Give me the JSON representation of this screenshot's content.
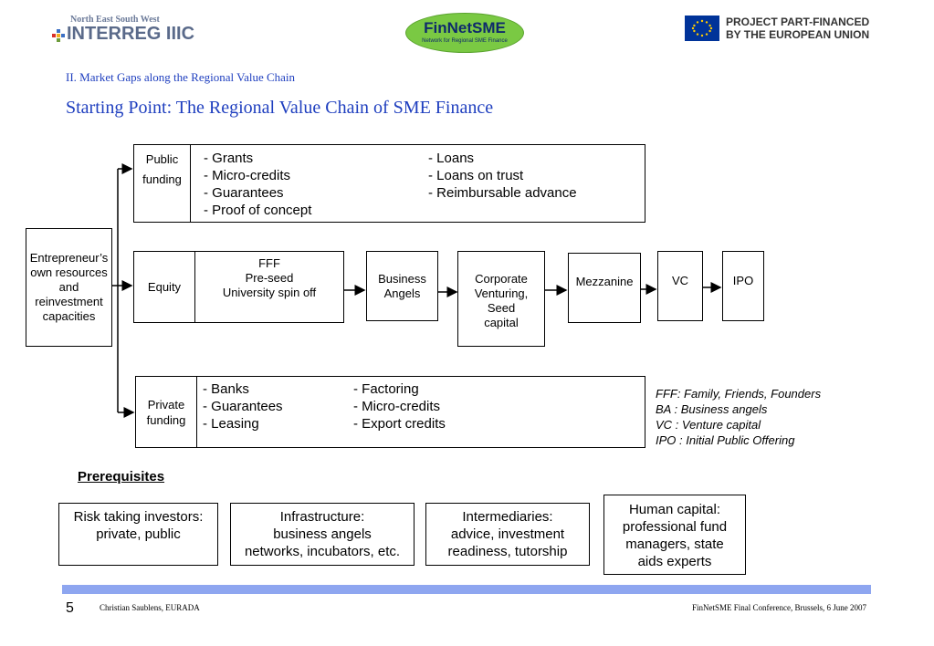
{
  "header": {
    "interreg_small": "North East South West",
    "interreg_big": "INTERREG IIIC",
    "finnet_logo": "FinNetSME",
    "finnet_sub": "Network for Regional SME Finance",
    "eu_line1": "PROJECT PART-FINANCED",
    "eu_line2": "BY THE EUROPEAN UNION"
  },
  "subtitle": "II. Market Gaps along the Regional Value Chain",
  "title": "Starting Point: The Regional Value Chain of SME Finance",
  "entrepreneur": "Entrepreneur’s own resources and reinvestment capacities",
  "public": {
    "label_line1": "Public",
    "label_line2": "funding",
    "col1": [
      "-  Grants",
      "-  Micro-credits",
      "-  Guarantees",
      "-  Proof of concept"
    ],
    "col2": [
      "- Loans",
      "- Loans on trust",
      "- Reimbursable advance"
    ]
  },
  "equity": {
    "label": "Equity",
    "fff": [
      "FFF",
      "Pre-seed",
      "University spin off"
    ],
    "business_angels": [
      "Business",
      "Angels"
    ],
    "corporate": [
      "Corporate",
      "Venturing,",
      "Seed",
      "capital"
    ],
    "mezzanine": "Mezzanine",
    "vc": "VC",
    "ipo": "IPO"
  },
  "private": {
    "label_line1": "Private",
    "label_line2": "funding",
    "col1": [
      "- Banks",
      "- Guarantees",
      "- Leasing"
    ],
    "col2": [
      "- Factoring",
      "- Micro-credits",
      "- Export credits"
    ]
  },
  "legend": [
    "FFF: Family, Friends, Founders",
    "BA : Business angels",
    "VC : Venture capital",
    "IPO : Initial Public Offering"
  ],
  "prerequisites": {
    "heading": "Prerequisites",
    "items": [
      [
        "Risk taking investors:",
        "private, public"
      ],
      [
        "Infrastructure:",
        "business angels",
        "networks, incubators, etc."
      ],
      [
        "Intermediaries:",
        "advice, investment",
        "readiness, tutorship"
      ],
      [
        "Human capital:",
        "professional fund",
        "managers, state",
        "aids experts"
      ]
    ]
  },
  "footer": {
    "page": "5",
    "author": "Christian Saublens, EURADA",
    "event": "FinNetSME Final Conference, Brussels, 6 June 2007"
  },
  "colors": {
    "title_blue": "#1f3fbf",
    "footer_bar": "#8ea6f0",
    "eu_blue": "#003399",
    "eu_star": "#ffcc00",
    "finnet_green": "#7ac943"
  }
}
